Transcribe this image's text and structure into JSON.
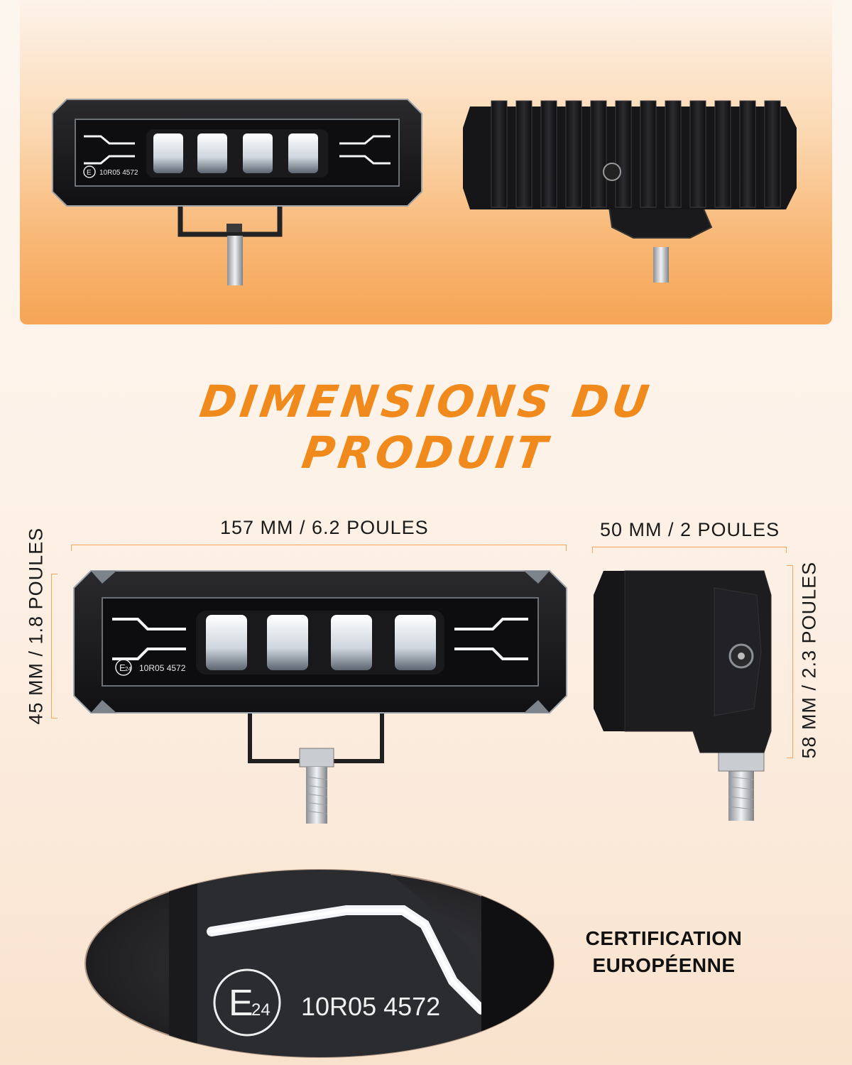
{
  "header": {
    "title_line1": "DIMENSIONS DU",
    "title_line2": "PRODUIT"
  },
  "dimensions": {
    "width_label": "157 MM / 6.2 POULES",
    "height_label": "45 MM / 1.8 POULES",
    "depth_label": "50 MM / 2 POULES",
    "side_height_label": "58 MM / 2.3 POULES"
  },
  "marking": {
    "e_mark": "E",
    "e_number": "24",
    "code": "10R05 4572"
  },
  "certification": {
    "line1": "CERTIFICATION",
    "line2": "EUROPÉENNE"
  },
  "colors": {
    "accent": "#f08a1c",
    "bracket": "#f3a55a",
    "housing": "#1b1b1d"
  }
}
